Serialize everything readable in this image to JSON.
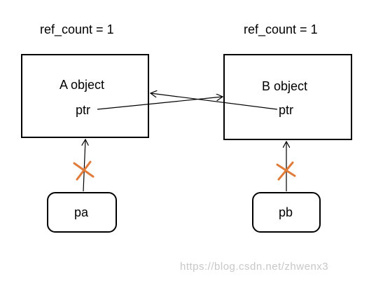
{
  "a_side": {
    "ref_count": "ref_count = 1",
    "object_label": "A object",
    "ptr_label": "ptr",
    "handle_label": "pa"
  },
  "b_side": {
    "ref_count": "ref_count = 1",
    "object_label": "B object",
    "ptr_label": "ptr",
    "handle_label": "pb"
  },
  "colors": {
    "line": "#000000",
    "cross": "#e07b39",
    "watermark": "#c8c8c8"
  },
  "watermark": "https://blog.csdn.net/zhwenx3"
}
